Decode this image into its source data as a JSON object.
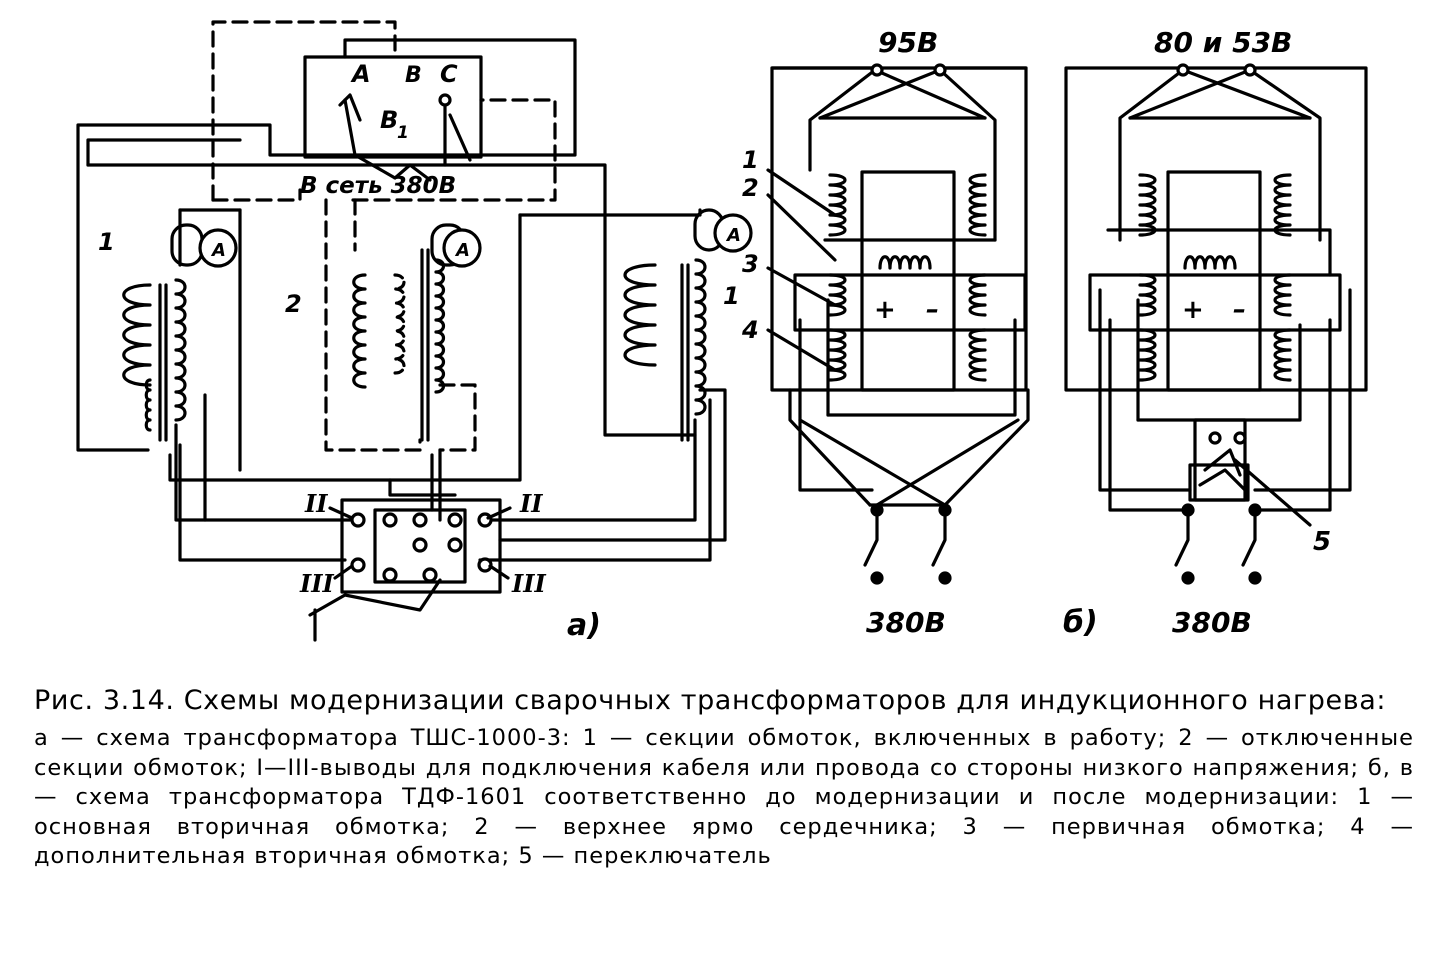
{
  "figure": {
    "panel_a": {
      "marker": "а)",
      "label_A": "A",
      "label_B": "B",
      "label_C": "C",
      "switch_label": "B",
      "switch_sub": "1",
      "network_label": "В сеть 380В",
      "terminal_left_top": "II",
      "terminal_right_top": "II",
      "terminal_left_bottom": "III",
      "terminal_right_bottom": "III",
      "winding_num_left": "1",
      "winding_num_center": "2",
      "winding_num_right": "1",
      "ammeter_symbol": "A"
    },
    "panel_b": {
      "marker": "б)",
      "top_voltage": "95В",
      "bottom_voltage": "380В",
      "num_1": "1",
      "num_2": "2",
      "num_3": "3",
      "num_4": "4",
      "plus": "+",
      "minus": "–"
    },
    "panel_c": {
      "top_voltage": "80 и 53В",
      "bottom_voltage": "380В",
      "num_5": "5",
      "plus": "+",
      "minus": "–"
    }
  },
  "caption": {
    "title": "Рис. 3.14. Схемы модернизации сварочных трансформаторов для индукционного нагрева:",
    "body": "а — схема трансформатора ТШС-1000-3: 1 — секции обмоток, включенных в работу; 2 — отключенные секции обмоток; I—III-выводы для подключения кабеля или провода со стороны низкого напряжения; б, в — схема трансформатора ТДФ-1601 соответственно до модернизации и после модернизации: 1 — основная вторичная обмотка; 2 — верхнее ярмо сердечника; 3 — первичная обмотка; 4 — дополнительная вторичная обмотка; 5 — переключатель"
  }
}
